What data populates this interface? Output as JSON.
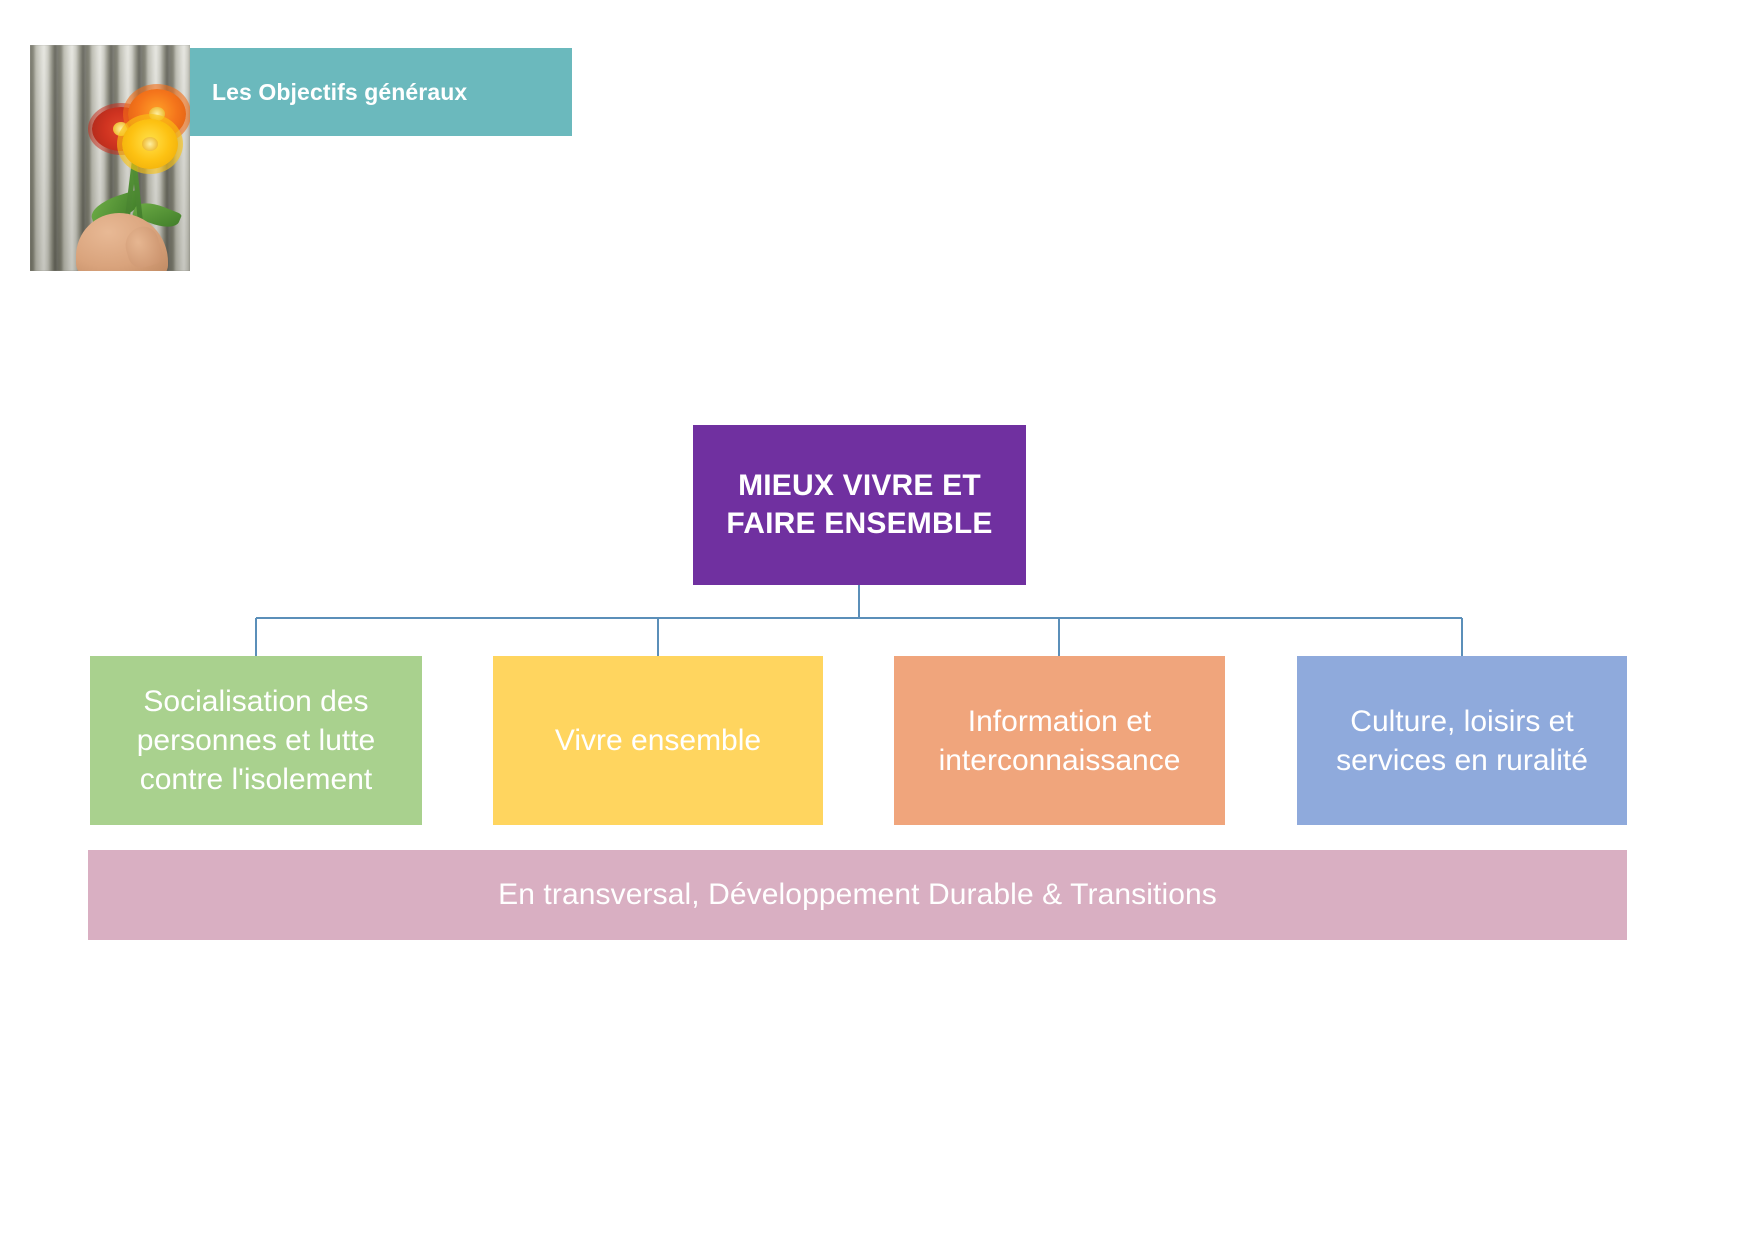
{
  "slide": {
    "title": "Les Objectifs généraux",
    "photo_alt": "hand-holding-flowers-against-fence"
  },
  "diagram": {
    "root": {
      "label": "MIEUX VIVRE ET FAIRE ENSEMBLE",
      "color": "#7030A0",
      "text_color": "#FFFFFF"
    },
    "children": [
      {
        "label": "Socialisation des personnes et lutte contre l'isolement",
        "color": "#A9D18E"
      },
      {
        "label": "Vivre ensemble",
        "color": "#FFD55F"
      },
      {
        "label": "Information et interconnaissance",
        "color": "#F0A57C"
      },
      {
        "label": "Culture, loisirs et services en ruralité",
        "color": "#8FAADC"
      }
    ],
    "footer_band": {
      "label": "En transversal, Développement Durable & Transitions",
      "color": "#D9AFC2"
    },
    "connector_color": "#5B8FB9"
  },
  "theme": {
    "banner_color": "#6BB9BD",
    "background": "#FFFFFF"
  }
}
